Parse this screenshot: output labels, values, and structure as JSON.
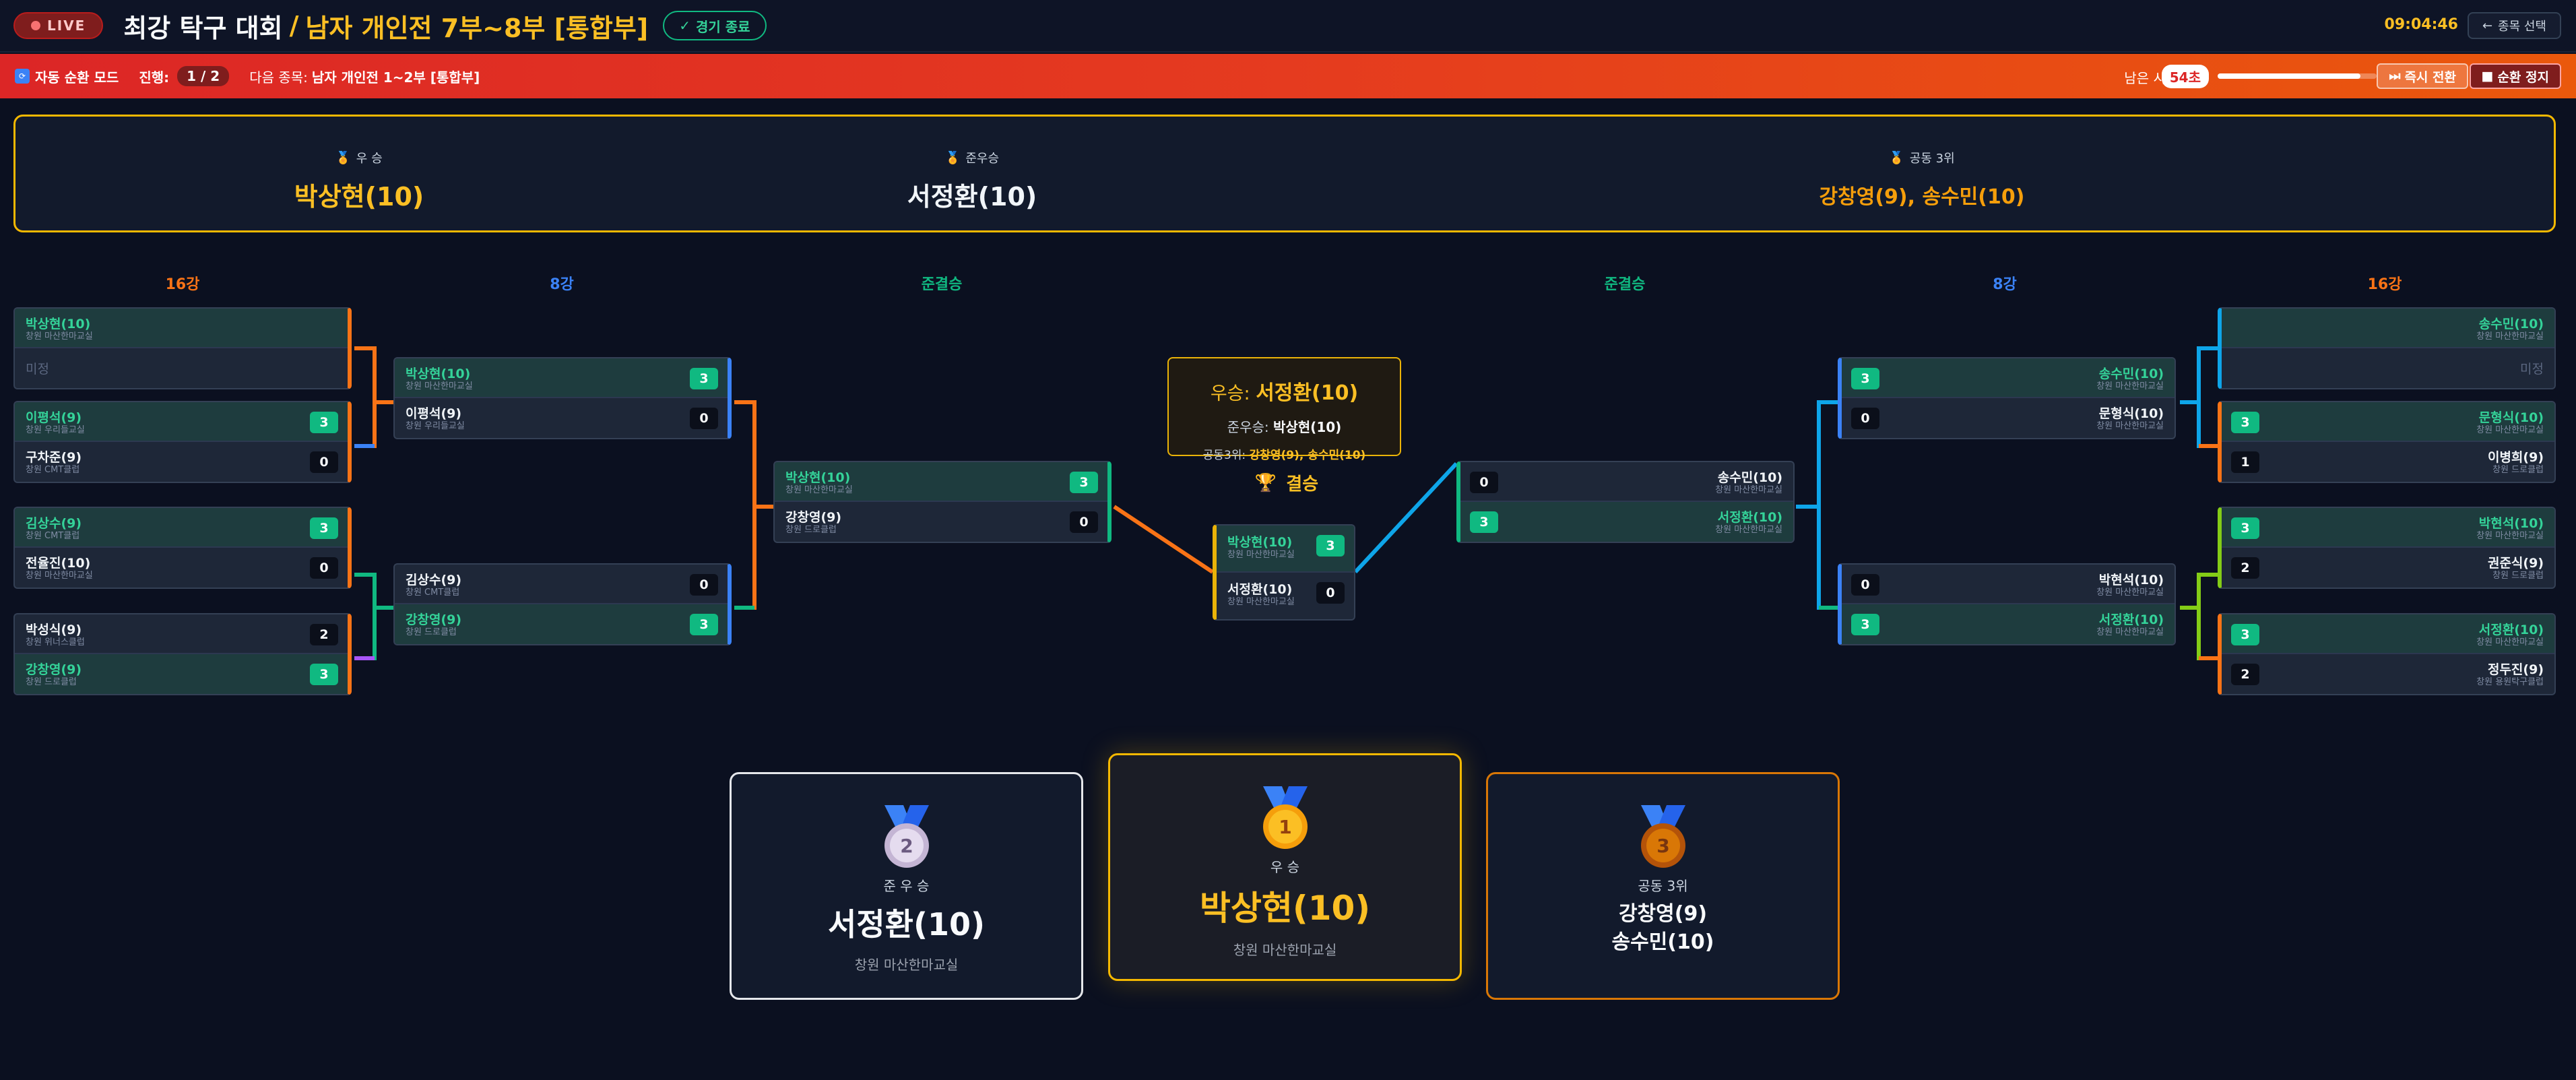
{
  "header": {
    "live": "LIVE",
    "title": "최강 탁구 대회",
    "separator": "/",
    "event": "남자 개인전 7부~8부 [통합부]",
    "end_button": "경기 종료",
    "clock": "09:04:46",
    "back_button": "종목 선택"
  },
  "autobar": {
    "mode_label": "자동 순환 모드",
    "progress_label": "진행:",
    "progress_value": "1 / 2",
    "next_label": "다음 종목:",
    "next_value": "남자 개인전 1~2부 [통합부]",
    "remaining_label": "남은 시간:",
    "remaining_value": "54초",
    "remaining_fraction": 0.9,
    "switch_now": "즉시 전환",
    "stop": "순환 정지"
  },
  "summary": {
    "winner_label": "우 승",
    "winner": "박상현(10)",
    "runner_label": "준우승",
    "runner": "서정환(10)",
    "third_label": "공동 3위",
    "third": "강창영(9), 송수민(10)"
  },
  "rounds": {
    "l16": "16강",
    "l8": "8강",
    "lsemi": "준결승",
    "rsemi": "준결승",
    "r8": "8강",
    "r16": "16강"
  },
  "left16": [
    {
      "p1": {
        "name": "박상현(10)",
        "club": "창원 마산한마교실"
      },
      "p2": {
        "name": "미정"
      }
    },
    {
      "p1": {
        "name": "이평석(9)",
        "club": "창원 우리들교실",
        "score": "3"
      },
      "p2": {
        "name": "구차준(9)",
        "club": "창원 CMT클럽",
        "score": "0"
      }
    },
    {
      "p1": {
        "name": "김상수(9)",
        "club": "창원 CMT클럽",
        "score": "3"
      },
      "p2": {
        "name": "전율진(10)",
        "club": "창원 마산한마교실",
        "score": "0"
      }
    },
    {
      "p1": {
        "name": "박성식(9)",
        "club": "창원 위너스클럽",
        "score": "2"
      },
      "p2": {
        "name": "강창영(9)",
        "club": "창원 드로클럽",
        "score": "3"
      }
    }
  ],
  "left8": [
    {
      "p1": {
        "name": "박상현(10)",
        "club": "창원 마산한마교실",
        "score": "3"
      },
      "p2": {
        "name": "이평석(9)",
        "club": "창원 우리들교실",
        "score": "0"
      }
    },
    {
      "p1": {
        "name": "김상수(9)",
        "club": "창원 CMT클럽",
        "score": "0"
      },
      "p2": {
        "name": "강창영(9)",
        "club": "창원 드로클럽",
        "score": "3"
      }
    }
  ],
  "leftSemi": {
    "p1": {
      "name": "박상현(10)",
      "club": "창원 마산한마교실",
      "score": "3"
    },
    "p2": {
      "name": "강창영(9)",
      "club": "창원 드로클럽",
      "score": "0"
    }
  },
  "final": {
    "label": "결승",
    "box_winner_label": "우승:",
    "box_winner": "서정환(10)",
    "box_runner_label": "준우승:",
    "box_runner": "박상현(10)",
    "box_third_label": "공동3위:",
    "box_third": "강창영(9), 송수민(10)",
    "p1": {
      "name": "박상현(10)",
      "club": "창원 마산한마교실",
      "score": "3"
    },
    "p2": {
      "name": "서정환(10)",
      "club": "창원 마산한마교실",
      "score": "0"
    }
  },
  "rightSemi": {
    "p1": {
      "name": "송수민(10)",
      "club": "창원 마산한마교실",
      "score": "0"
    },
    "p2": {
      "name": "서정환(10)",
      "club": "창원 마산한마교실",
      "score": "3"
    }
  },
  "right8": [
    {
      "p1": {
        "name": "송수민(10)",
        "club": "창원 마산한마교실",
        "score": "3"
      },
      "p2": {
        "name": "문형식(10)",
        "club": "창원 마산한마교실",
        "score": "0"
      }
    },
    {
      "p1": {
        "name": "박현석(10)",
        "club": "창원 마산한마교실",
        "score": "0"
      },
      "p2": {
        "name": "서정환(10)",
        "club": "창원 마산한마교실",
        "score": "3"
      }
    }
  ],
  "right16": [
    {
      "p1": {
        "name": "송수민(10)",
        "club": "창원 마산한마교실"
      },
      "p2": {
        "name": "미정"
      }
    },
    {
      "p1": {
        "name": "문형식(10)",
        "club": "창원 마산한마교실",
        "score": "3"
      },
      "p2": {
        "name": "이병희(9)",
        "club": "창원 드로클럽",
        "score": "1"
      }
    },
    {
      "p1": {
        "name": "박현석(10)",
        "club": "창원 마산한마교실",
        "score": "3"
      },
      "p2": {
        "name": "권준식(9)",
        "club": "창원 드로클럽",
        "score": "2"
      }
    },
    {
      "p1": {
        "name": "서정환(10)",
        "club": "창원 마산한마교실",
        "score": "3"
      },
      "p2": {
        "name": "정두진(9)",
        "club": "창원 용원탁구클럽",
        "score": "2"
      }
    }
  ],
  "podium": {
    "second": {
      "rank": "2",
      "label": "준 우 승",
      "name": "서정환(10)",
      "club": "창원 마산한마교실"
    },
    "first": {
      "rank": "1",
      "label": "우 승",
      "name": "박상현(10)",
      "club": "창원 마산한마교실"
    },
    "third": {
      "rank": "3",
      "label": "공동 3위",
      "name1": "강창영(9)",
      "name2": "송수민(10)"
    }
  },
  "colors": {
    "live": "#b91c1c",
    "gold": "#fbbf24",
    "win_green": "#10b981",
    "l16_label": "#f97316",
    "l8_label": "#3b82f6",
    "semi_label": "#10b981"
  }
}
